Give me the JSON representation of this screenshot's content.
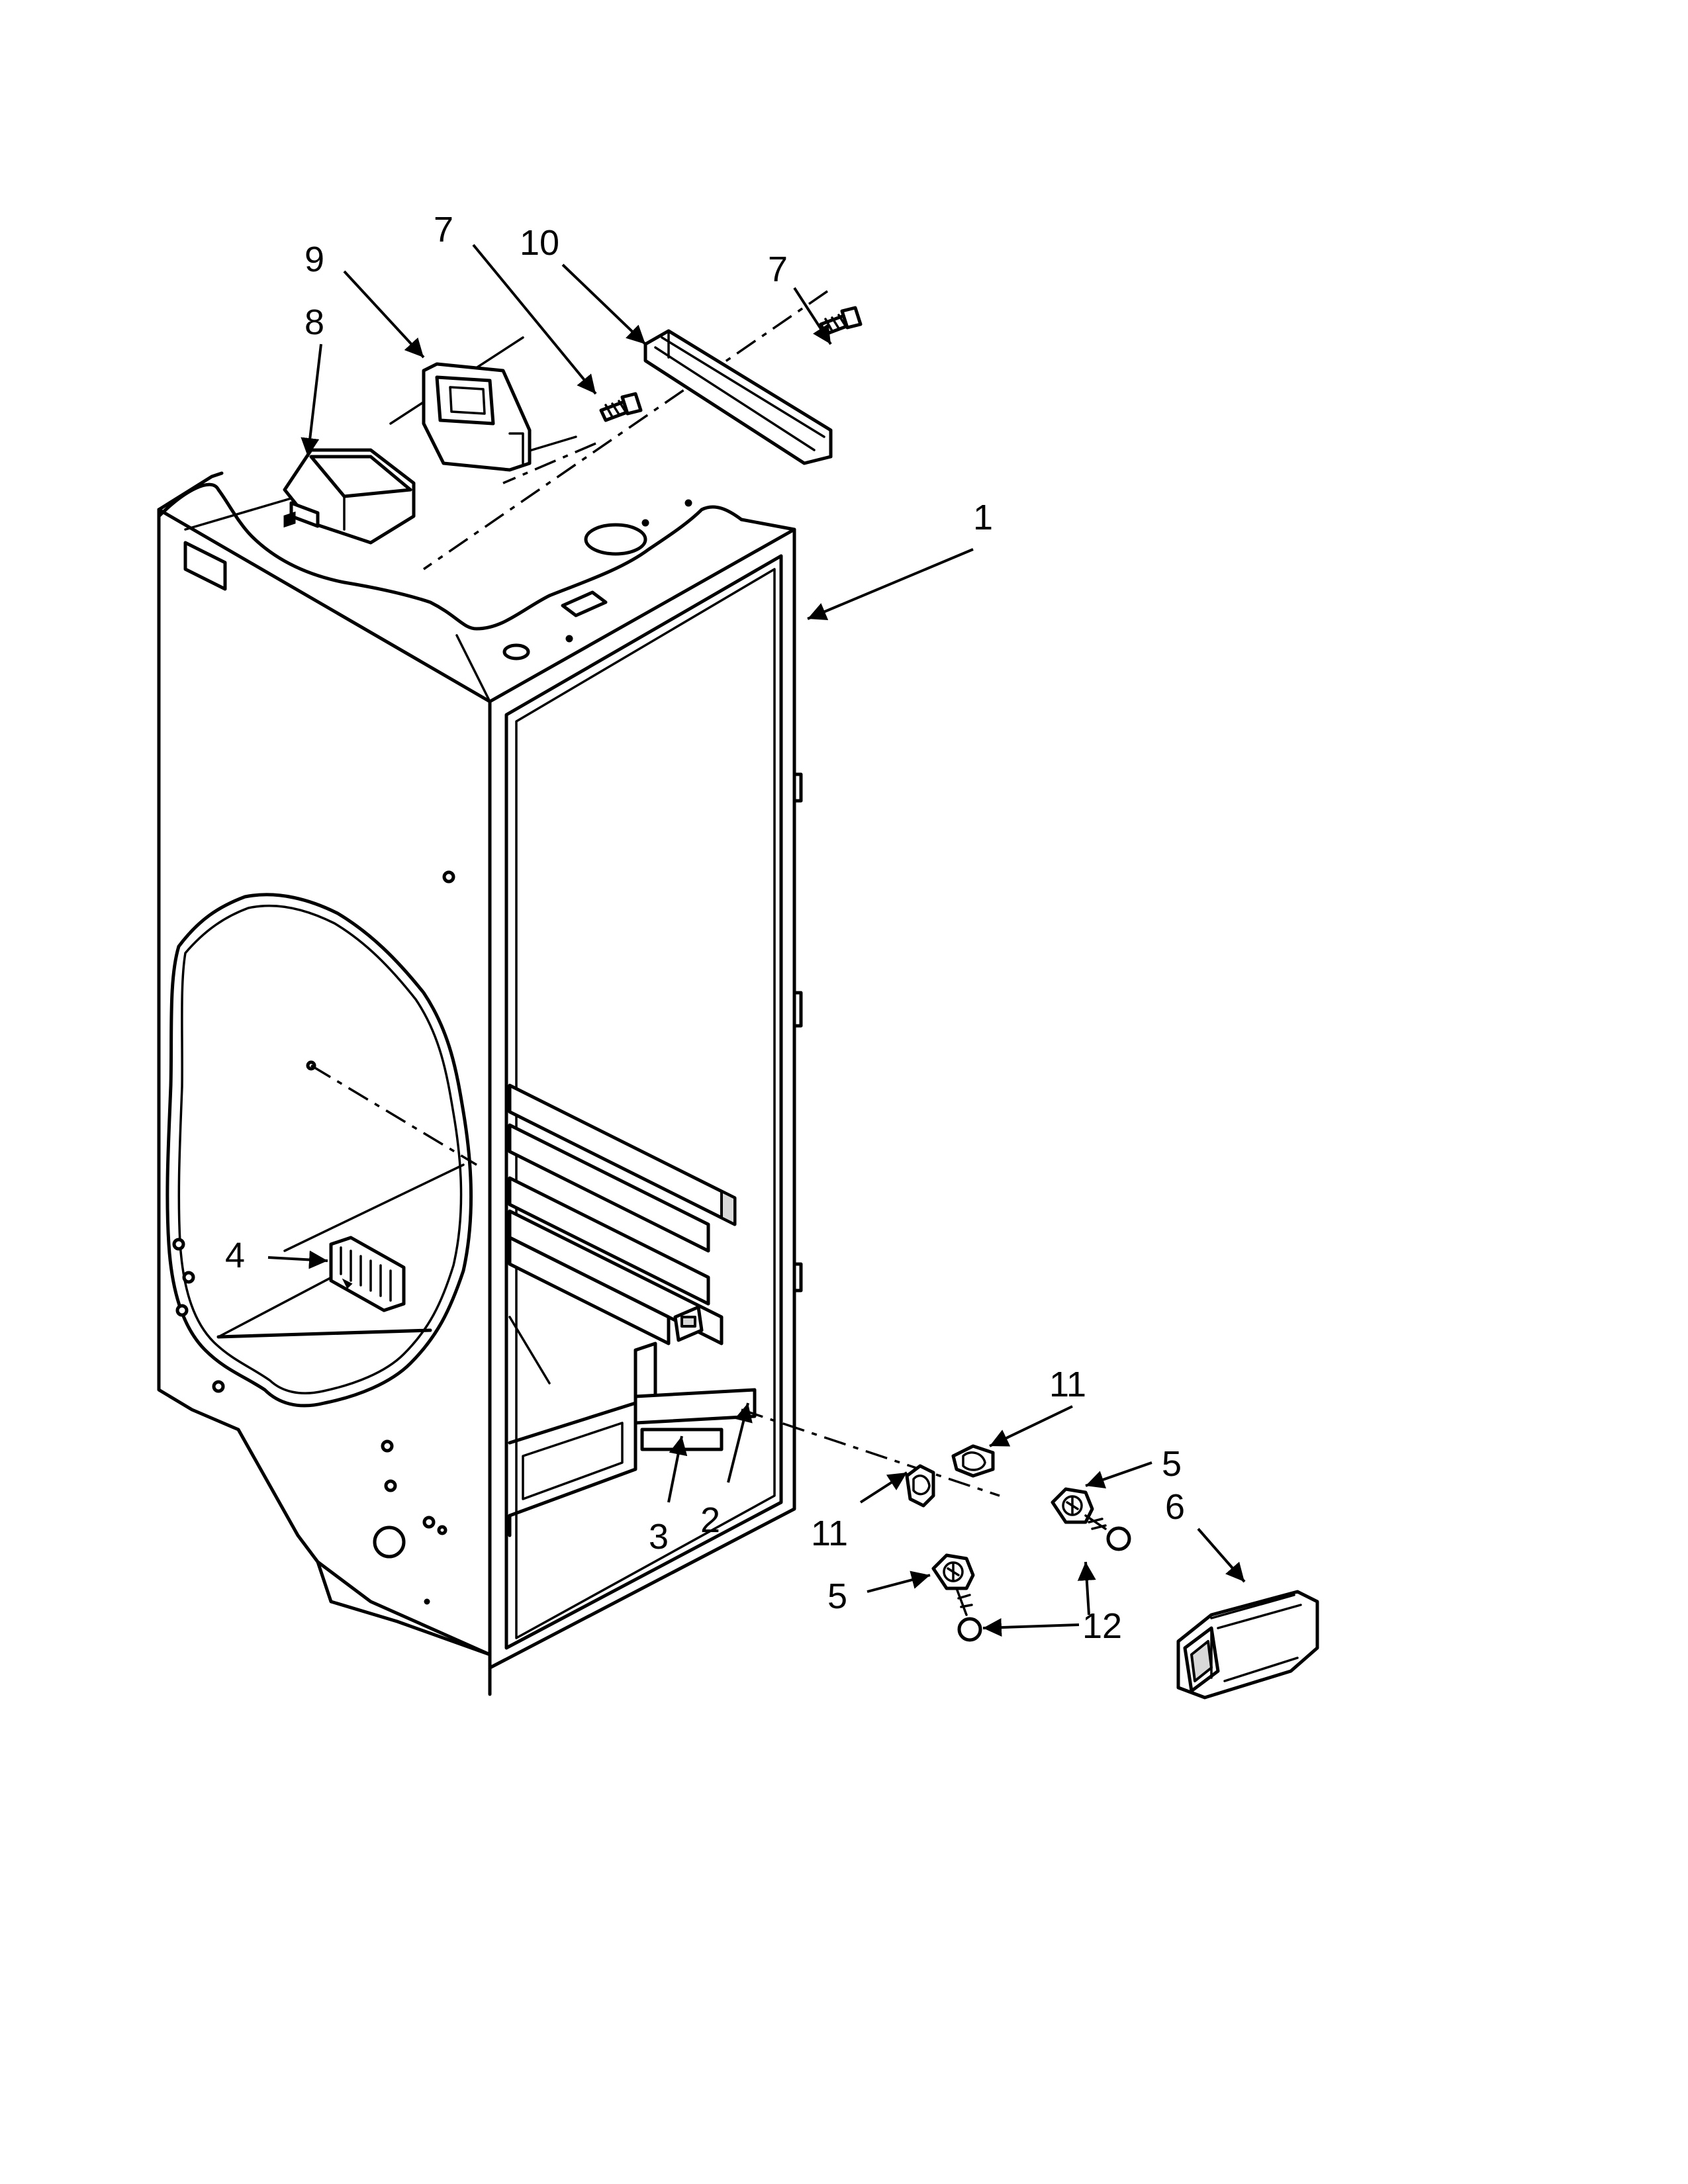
{
  "callouts": [
    {
      "id": "c1",
      "label": "1"
    },
    {
      "id": "c2",
      "label": "2"
    },
    {
      "id": "c3",
      "label": "3"
    },
    {
      "id": "c4",
      "label": "4"
    },
    {
      "id": "c5a",
      "label": "5"
    },
    {
      "id": "c5b",
      "label": "5"
    },
    {
      "id": "c6",
      "label": "6"
    },
    {
      "id": "c7a",
      "label": "7"
    },
    {
      "id": "c7b",
      "label": "7"
    },
    {
      "id": "c8",
      "label": "8"
    },
    {
      "id": "c9",
      "label": "9"
    },
    {
      "id": "c10",
      "label": "10"
    },
    {
      "id": "c11a",
      "label": "11"
    },
    {
      "id": "c11b",
      "label": "11"
    },
    {
      "id": "c12",
      "label": "12"
    }
  ]
}
